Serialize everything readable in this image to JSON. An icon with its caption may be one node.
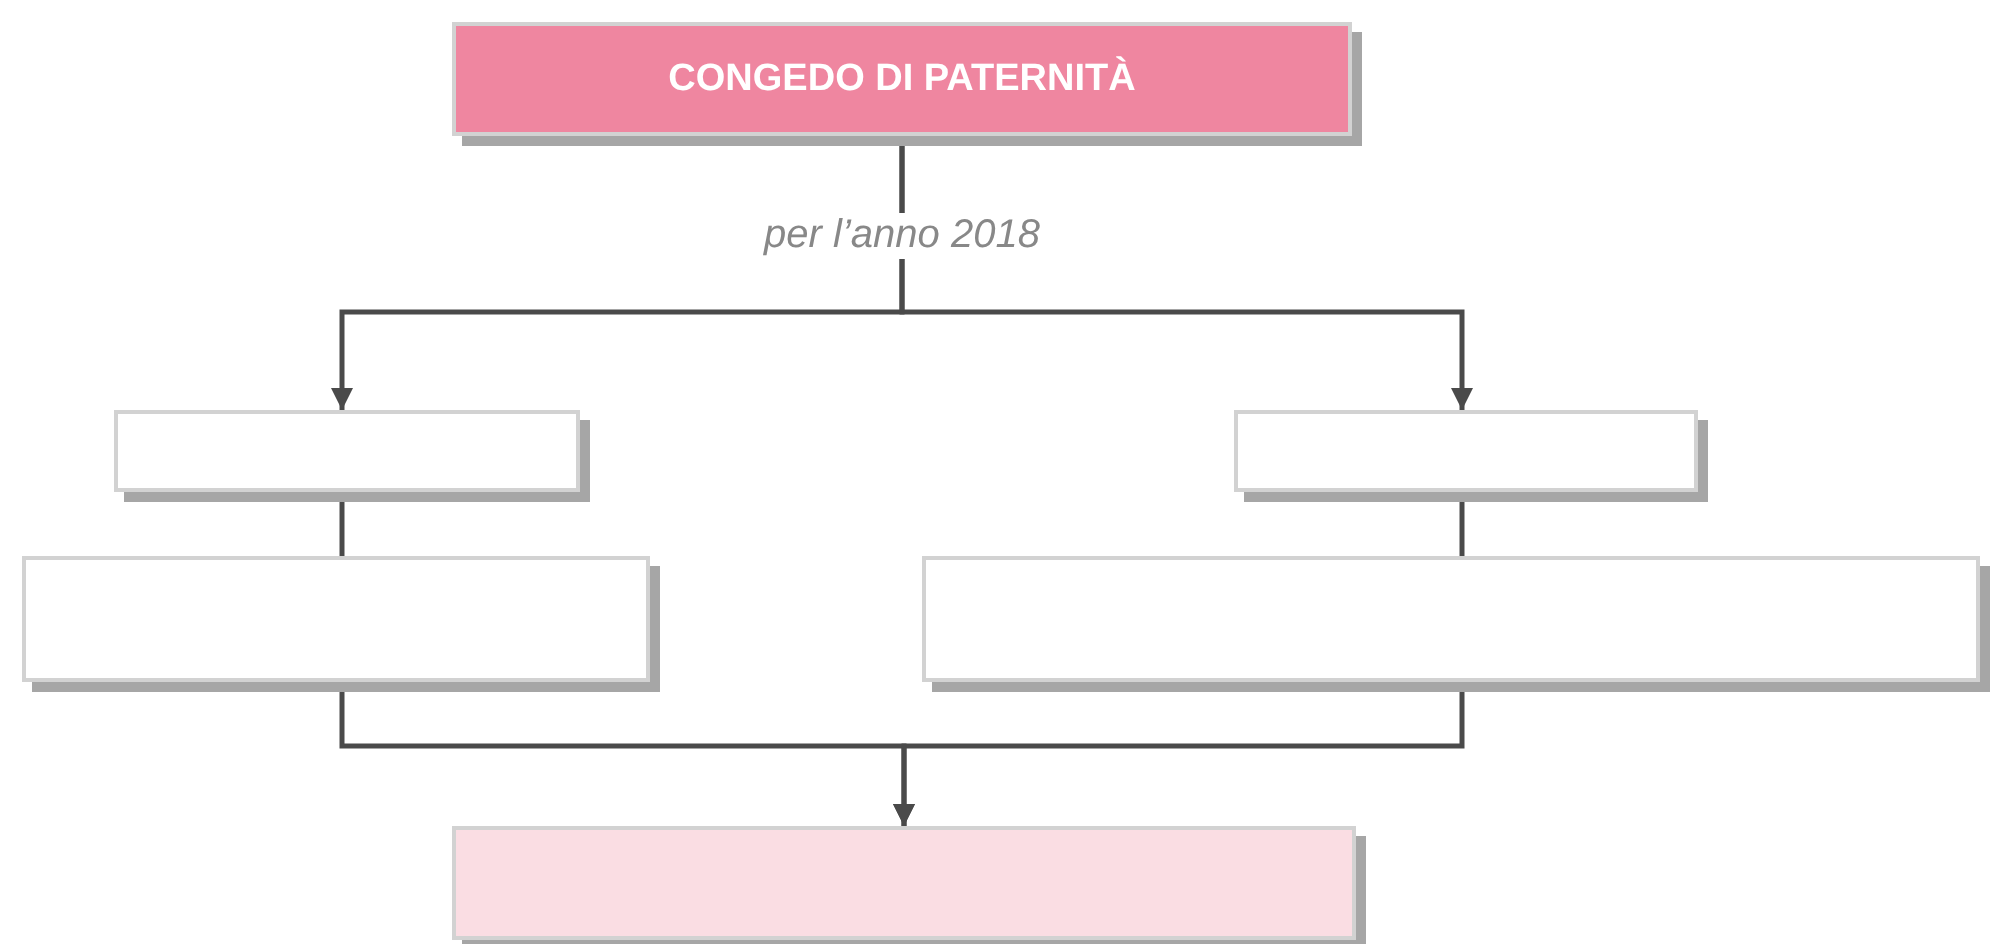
{
  "diagram": {
    "nodes": [
      {
        "text": [
          "CONGEDO DI PATERNITÀ"
        ]
      },
      {
        "text": [],
        "shape": "box"
      },
      {
        "text": [],
        "shape": "box"
      },
      {
        "text": [],
        "shape": "box"
      },
      {
        "text": [],
        "shape": "box"
      },
      {
        "text": [],
        "shape": "box"
      }
    ],
    "edges": [
      {
        "from": 0,
        "to": 1,
        "arrow": "to",
        "label": "per l’anno 2018"
      },
      {
        "from": 0,
        "to": 2,
        "arrow": "to"
      },
      {
        "from": 1,
        "to": 3,
        "arrow": "none"
      },
      {
        "from": 2,
        "to": 4,
        "arrow": "none"
      },
      {
        "from": 3,
        "to": 5,
        "arrow": "to"
      },
      {
        "from": 4,
        "to": 5,
        "arrow": "to"
      }
    ]
  }
}
